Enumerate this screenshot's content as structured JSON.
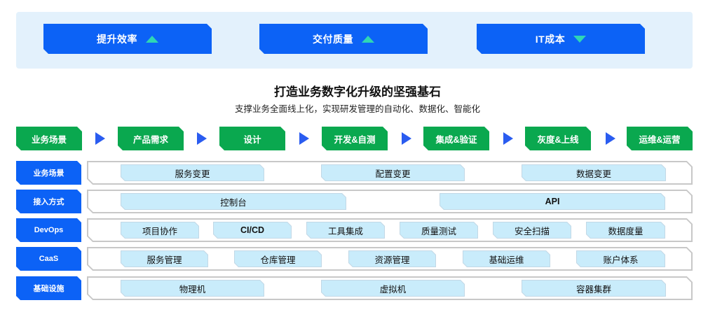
{
  "kpis": [
    {
      "label": "提升效率",
      "trend": "up"
    },
    {
      "label": "交付质量",
      "trend": "up"
    },
    {
      "label": "IT成本",
      "trend": "down"
    }
  ],
  "headline": "打造业务数字化升级的坚强基石",
  "subline": "支撑业务全面线上化，实现研发管理的自动化、数据化、智能化",
  "flow": [
    "业务场景",
    "产品需求",
    "设计",
    "开发&自测",
    "集成&验证",
    "灰度&上线",
    "运维&运营"
  ],
  "layers": [
    {
      "label": "业务场景",
      "items": [
        "服务变更",
        "配置变更",
        "数据变更"
      ]
    },
    {
      "label": "接入方式",
      "items": [
        "控制台",
        "API"
      ]
    },
    {
      "label": "DevOps",
      "items": [
        "项目协作",
        "CI/CD",
        "工具集成",
        "质量测试",
        "安全扫描",
        "数据度量"
      ]
    },
    {
      "label": "CaaS",
      "items": [
        "服务管理",
        "仓库管理",
        "资源管理",
        "基础运维",
        "账户体系"
      ]
    },
    {
      "label": "基础设施",
      "items": [
        "物理机",
        "虚拟机",
        "容器集群"
      ]
    }
  ],
  "colors": {
    "kpi_blue": "#0c62f6",
    "trend_teal": "#2fd6b4",
    "flow_green": "#0aa84f",
    "arrow_blue": "#2a5cf0",
    "chip_fill": "#c9ecfb",
    "panel_bg": "#e3f1fc"
  }
}
